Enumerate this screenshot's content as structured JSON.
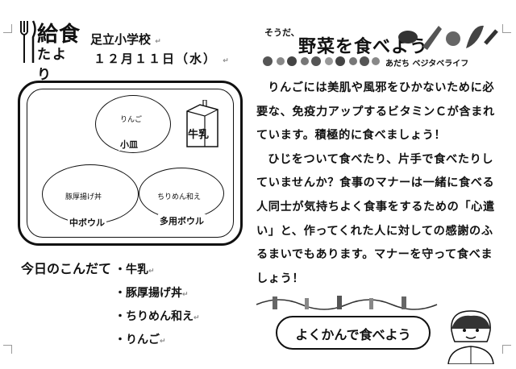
{
  "header": {
    "logo_main": "給食",
    "logo_sub": "たより",
    "school": "足立小学校",
    "date": "１２月１１日（水）"
  },
  "tray": {
    "carton_label": "牛乳",
    "dishes": [
      {
        "name": "小皿",
        "food": "りんご"
      },
      {
        "name": "中ボウル",
        "food": "豚厚揚げ丼"
      },
      {
        "name": "多用ボウル",
        "food": "ちりめん和え"
      }
    ]
  },
  "menu": {
    "heading": "今日のこんだて",
    "items": [
      "・牛乳",
      "・豚厚揚げ丼",
      "・ちりめん和え",
      "・りんご"
    ]
  },
  "banner": {
    "sub": "そうだ、",
    "title": "野菜を食べよう",
    "tag": "あだち ベジタベライフ"
  },
  "article": {
    "paragraph1": "りんごには美肌や風邪をひかないために必要な、免疫力アップするビタミンＣが含まれています。積極的に食べましょう！",
    "paragraph2": "ひじをついて食べたり、片手で食べたりしていませんか？食事のマナーは一緒に食べる人同士が気持ちよく食事をするための「心遣い」と、作ってくれた人に対しての感謝のふるまいでもあります。マナーを守って食べましょう！"
  },
  "slogan": "よくかんで食べよう",
  "marks": {
    "return": "↵",
    "line": "↩"
  }
}
